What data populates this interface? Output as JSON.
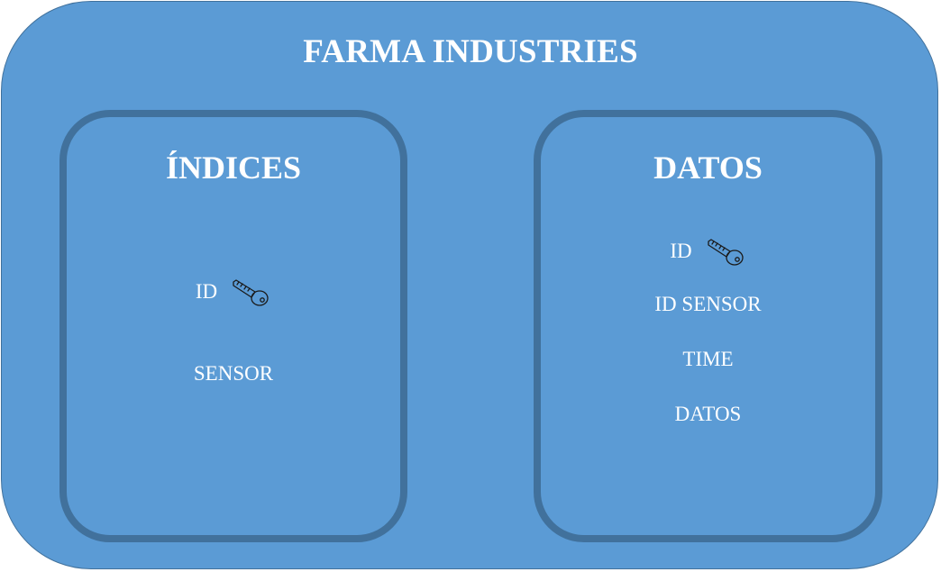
{
  "title": "FARMA INDUSTRIES",
  "entities": [
    {
      "name": "ÍNDICES",
      "fields": [
        {
          "label": "ID",
          "key": true,
          "key_icon": "key-icon"
        },
        {
          "label": "SENSOR",
          "key": false
        }
      ]
    },
    {
      "name": "DATOS",
      "fields": [
        {
          "label": "ID",
          "key": true,
          "key_icon": "key-icon"
        },
        {
          "label": "ID SENSOR",
          "key": false
        },
        {
          "label": "TIME",
          "key": false
        },
        {
          "label": "DATOS",
          "key": false
        }
      ]
    }
  ],
  "colors": {
    "fill": "#5b9bd5",
    "border": "#41719c",
    "text": "#ffffff"
  }
}
